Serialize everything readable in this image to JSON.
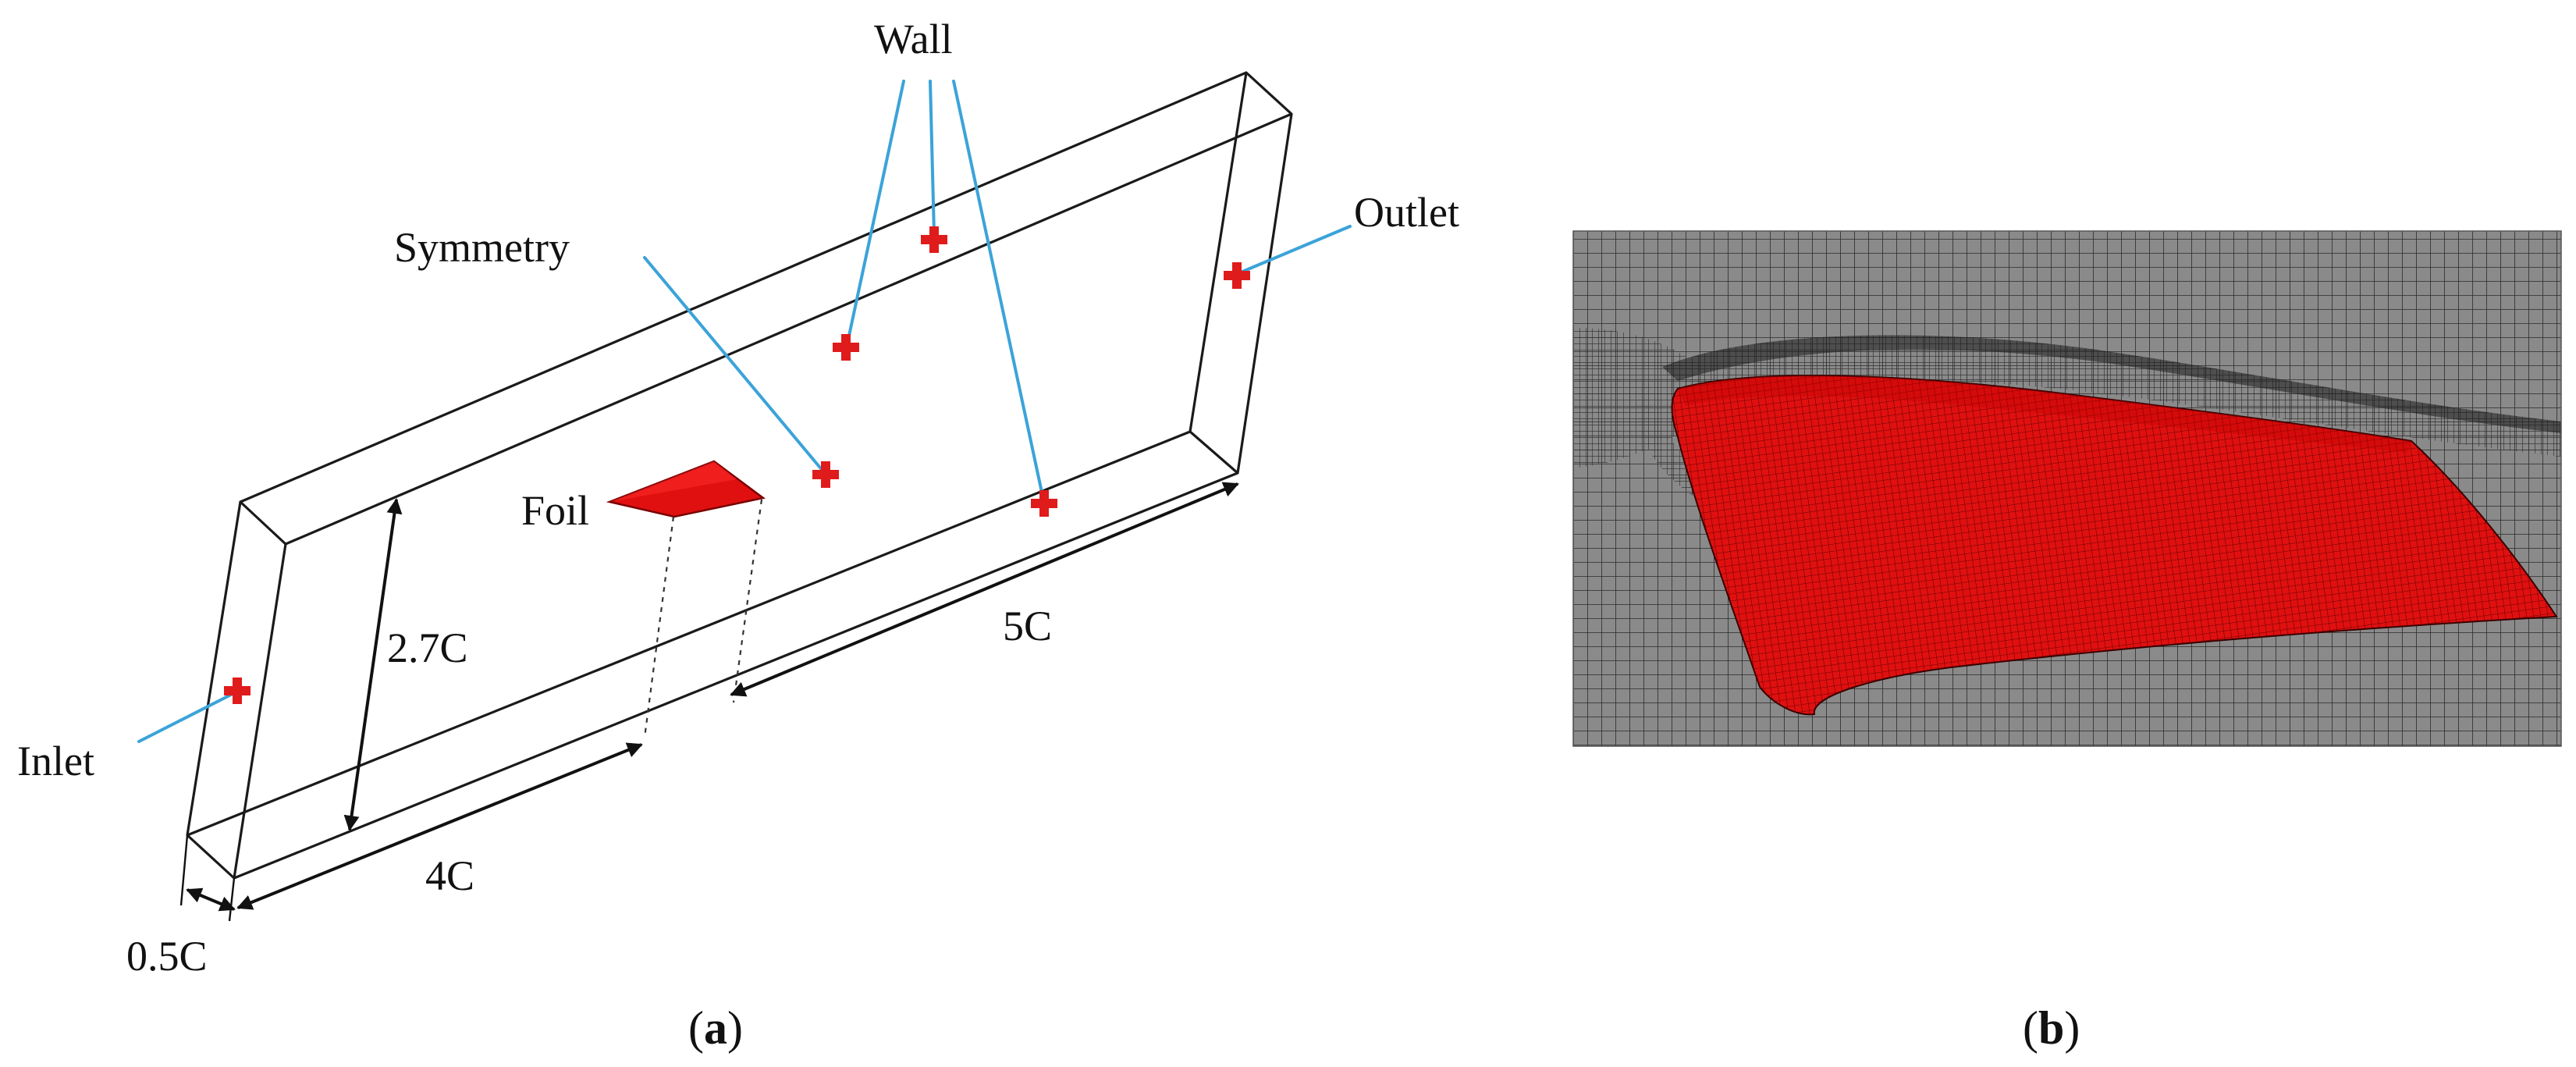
{
  "panel_a": {
    "labels": {
      "wall": "Wall",
      "outlet": "Outlet",
      "symmetry": "Symmetry",
      "foil": "Foil",
      "inlet": "Inlet",
      "height": "2.7C",
      "upstream_length": "4C",
      "downstream_length": "5C",
      "span": "0.5C"
    },
    "caption_open": "(",
    "caption_letter": "a",
    "caption_close": ")"
  },
  "panel_b": {
    "caption_open": "(",
    "caption_letter": "b",
    "caption_close": ")"
  },
  "colors": {
    "outline": "#1a1a1a",
    "leader": "#3ba3d9",
    "marker": "#e01b1b",
    "foil": "#e01010",
    "mesh_bg": "#8a8a8a",
    "mesh_line": "#2b2b2b",
    "foil_mesh_line": "#6a0000"
  },
  "icons": {
    "boundary_marker": "red-plus-icon",
    "dimension": "double-arrow-icon"
  }
}
